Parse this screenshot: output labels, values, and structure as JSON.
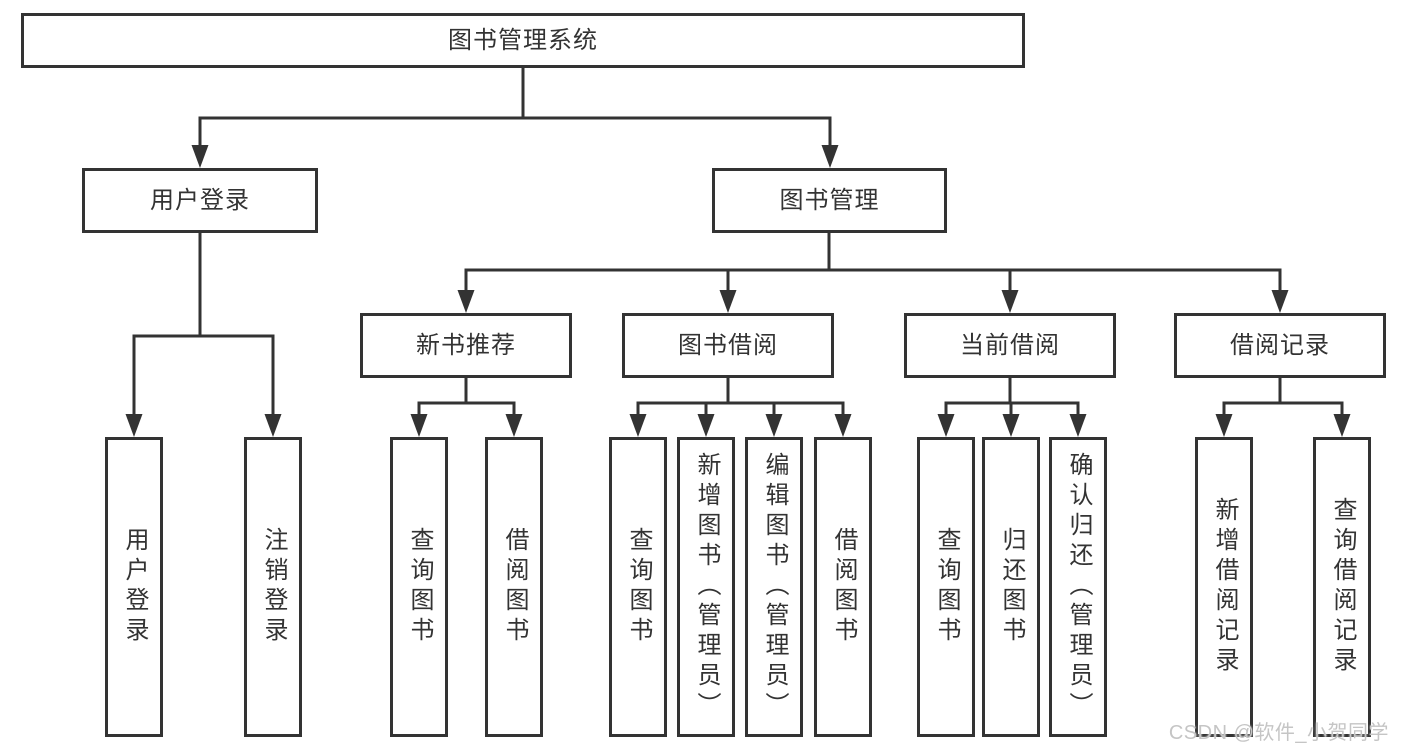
{
  "diagram": {
    "type": "hierarchy-tree",
    "colors": {
      "line": "#333333",
      "border": "#333333",
      "text": "#333333",
      "background": "#ffffff",
      "watermark": "#c5c5c5"
    },
    "nodes": {
      "root": {
        "label": "图书管理系统"
      },
      "user_login": {
        "label": "用户登录",
        "children": [
          {
            "label": "用户登录"
          },
          {
            "label": "注销登录"
          }
        ]
      },
      "book_mgmt": {
        "label": "图书管理",
        "children": [
          {
            "label": "新书推荐",
            "children": [
              {
                "label": "查询图书"
              },
              {
                "label": "借阅图书"
              }
            ]
          },
          {
            "label": "图书借阅",
            "children": [
              {
                "label": "查询图书"
              },
              {
                "label": "新增图书（管理员）"
              },
              {
                "label": "编辑图书（管理员）"
              },
              {
                "label": "借阅图书"
              }
            ]
          },
          {
            "label": "当前借阅",
            "children": [
              {
                "label": "查询图书"
              },
              {
                "label": "归还图书"
              },
              {
                "label": "确认归还（管理员）"
              }
            ]
          },
          {
            "label": "借阅记录",
            "children": [
              {
                "label": "新增借阅记录"
              },
              {
                "label": "查询借阅记录"
              }
            ]
          }
        ]
      }
    },
    "watermark": "CSDN @软件_小贺同学"
  }
}
